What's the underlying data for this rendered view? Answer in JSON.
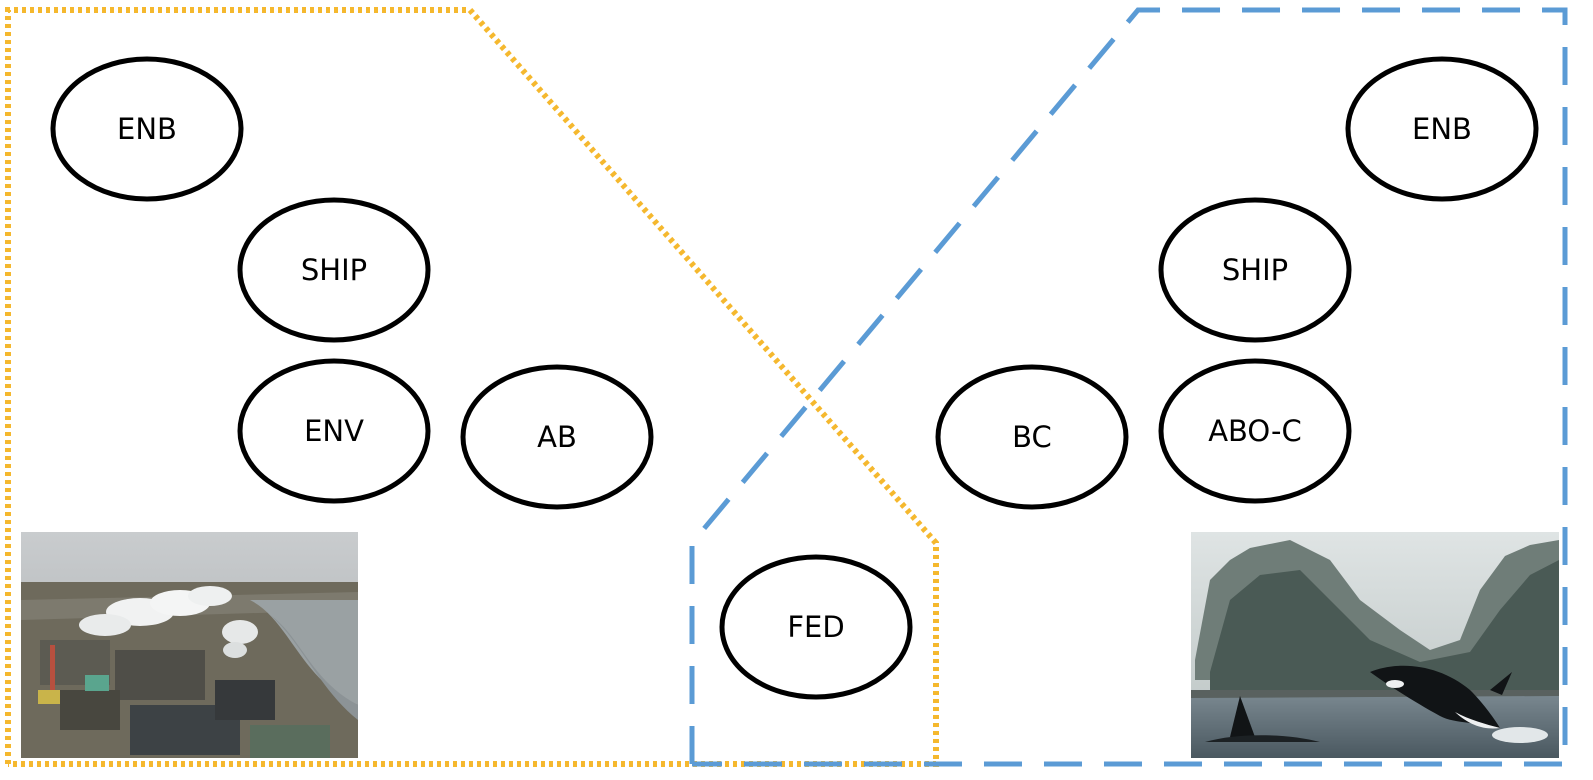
{
  "colors": {
    "left_region_border": "#f5b82e",
    "right_region_border": "#5b9bd5",
    "node_stroke": "#000000",
    "node_fill": "#ffffff"
  },
  "left_group": {
    "border_style": "dotted",
    "nodes": {
      "enb": "ENB",
      "ship": "SHIP",
      "env": "ENV",
      "ab": "AB"
    },
    "photo": "oil-sands-industrial-facility-photo"
  },
  "right_group": {
    "border_style": "dashed",
    "nodes": {
      "enb": "ENB",
      "ship": "SHIP",
      "bc": "BC",
      "abo_c": "ABO-C"
    },
    "photo": "orca-whales-coast-photo"
  },
  "shared_nodes": {
    "fed": "FED"
  }
}
